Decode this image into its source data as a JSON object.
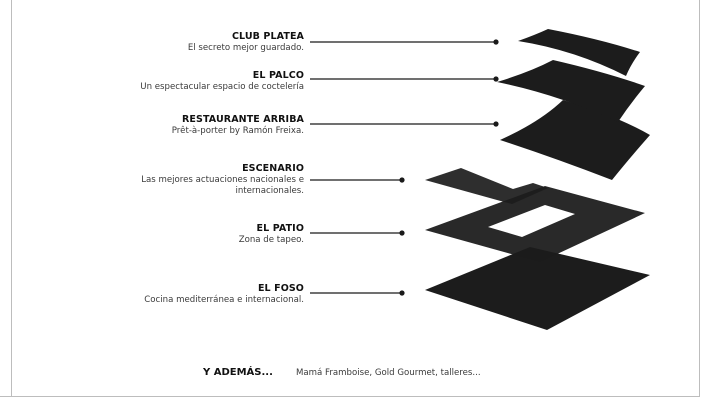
{
  "layers": [
    {
      "title": "CLUB PLATEA",
      "description": "El secreto mejor guardado."
    },
    {
      "title": "EL PALCO",
      "description": "Un espectacular espacio de coctelería"
    },
    {
      "title": "RESTAURANTE ARRIBA",
      "description": "Prêt-à-porter by Ramón Freixa."
    },
    {
      "title": "ESCENARIO",
      "description_line1": "Las mejores actuaciones nacionales e",
      "description_line2": "internacionales."
    },
    {
      "title": "EL PATIO",
      "description": "Zona de tapeo."
    },
    {
      "title": "EL FOSO",
      "description": "Cocina mediterránea e internacional."
    }
  ],
  "footer": {
    "label": "Y ADEMÁS...",
    "text": "Mamá Framboise, Gold Gourmet, talleres..."
  },
  "colors": {
    "shape": "#1c1c1c",
    "line": "#1a1a1a",
    "frame": "#bdbdbd"
  }
}
